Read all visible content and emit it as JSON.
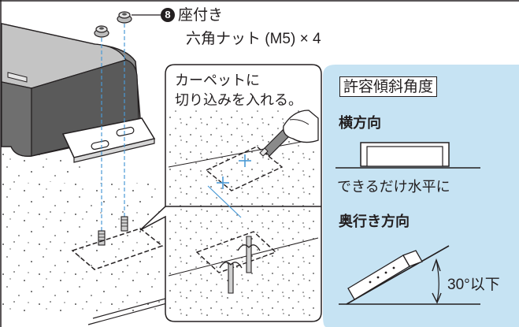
{
  "nut_label": {
    "number": "8",
    "name": "座付き",
    "spec": "六角ナット (M5) × 4"
  },
  "carpet_callout": {
    "line1": "カーペットに",
    "line2": "切り込みを入れる。"
  },
  "tilt_panel": {
    "title": "許容傾斜角度",
    "horizontal_heading": "横方向",
    "horizontal_note": "できるだけ水平に",
    "depth_heading": "奥行き方向",
    "angle_label": "30°以下"
  },
  "colors": {
    "panel_background": "#c6e3f3",
    "callout_background": "#ffffff",
    "line": "#231f20",
    "dashed_guide": "#4a9ad6"
  }
}
